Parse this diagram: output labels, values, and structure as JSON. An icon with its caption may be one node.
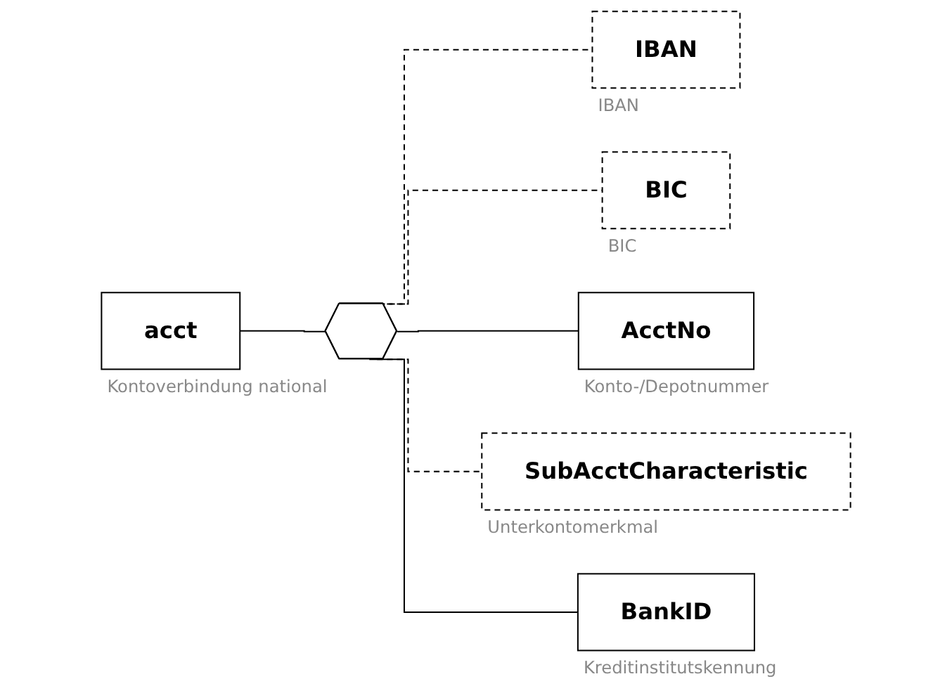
{
  "diagram": {
    "nodes": [
      {
        "text": [
          "acct"
        ],
        "beside": [
          "Kontoverbindung national"
        ]
      },
      {
        "text": [],
        "shape": "hexagon"
      },
      {
        "text": [
          "IBAN"
        ],
        "beside": [
          "IBAN"
        ]
      },
      {
        "text": [
          "BIC"
        ],
        "beside": [
          "BIC"
        ]
      },
      {
        "text": [
          "AcctNo"
        ],
        "beside": [
          "Konto-/Depotnummer"
        ]
      },
      {
        "text": [
          "SubAcctCharacteristic"
        ],
        "beside": [
          "Unterkontomerkmal"
        ]
      },
      {
        "text": [
          "BankID"
        ],
        "beside": [
          "Kreditinstitutskennung"
        ]
      }
    ],
    "edges": [
      {
        "from": 0,
        "to": 1,
        "arrow": "none"
      },
      {
        "from": 1,
        "to": 2,
        "arrow": "none",
        "style": "dashed"
      },
      {
        "from": 1,
        "to": 3,
        "arrow": "none",
        "style": "dashed"
      },
      {
        "from": 1,
        "to": 4,
        "arrow": "none"
      },
      {
        "from": 1,
        "to": 5,
        "arrow": "none",
        "style": "dashed"
      },
      {
        "from": 1,
        "to": 6,
        "arrow": "none"
      }
    ]
  }
}
